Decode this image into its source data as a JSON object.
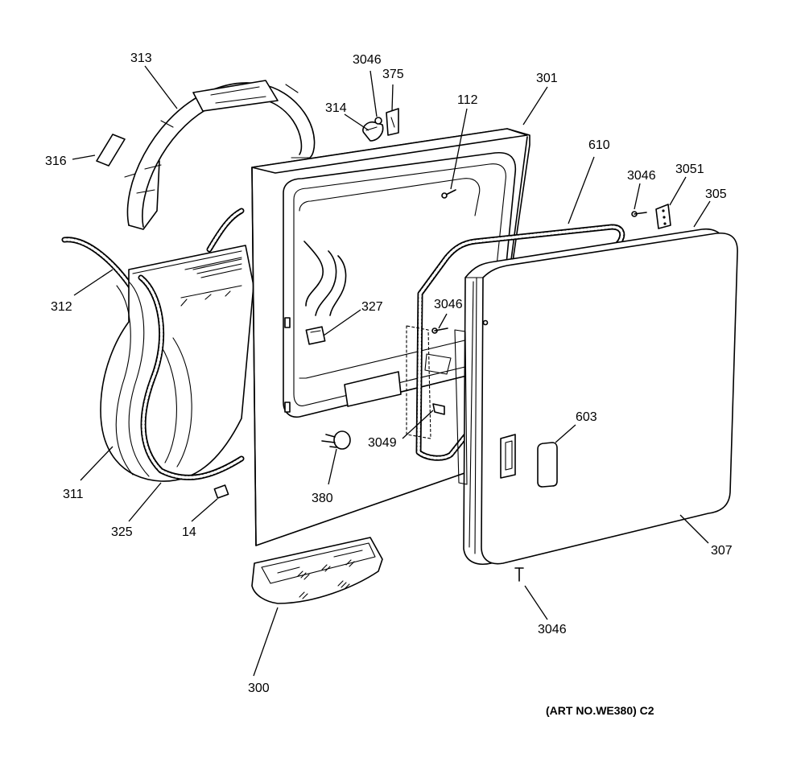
{
  "diagram": {
    "labels": {
      "p313": "313",
      "p316": "316",
      "p312": "312",
      "p311": "311",
      "p325": "325",
      "p14": "14",
      "p300": "300",
      "p3046_top": "3046",
      "p375": "375",
      "p314": "314",
      "p301": "301",
      "p112": "112",
      "p327": "327",
      "p380": "380",
      "p610": "610",
      "p3046_mid": "3046",
      "p3049": "3049",
      "p3046_right": "3046",
      "p3051": "3051",
      "p305": "305",
      "p603": "603",
      "p307": "307",
      "p3046_bottom": "3046"
    },
    "caption": "(ART NO.WE380) C2"
  }
}
